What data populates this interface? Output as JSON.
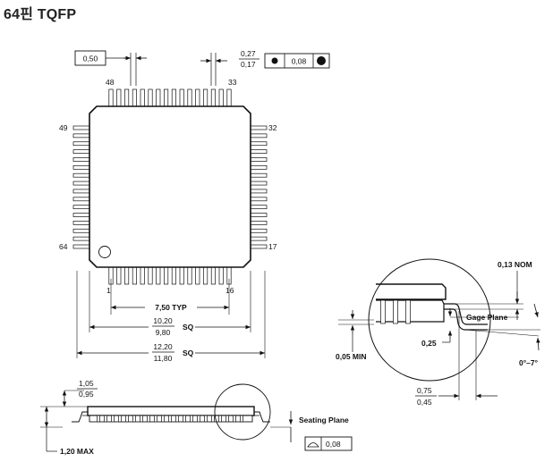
{
  "title": "64핀 TQFP",
  "top": {
    "pitch": "0,50",
    "lead_w_max": "0,27",
    "lead_w_min": "0,17",
    "tol": "0,08"
  },
  "pins": {
    "p48": "48",
    "p33": "33",
    "p49": "49",
    "p32": "32",
    "p64": "64",
    "p17": "17",
    "p1": "1",
    "p16": "16"
  },
  "dims": {
    "typ": "7,50 TYP",
    "body_max": "10,20",
    "body_min": "9,80",
    "overall_max": "12,20",
    "overall_min": "11,80",
    "sq": "SQ"
  },
  "side": {
    "h_max": "1,05",
    "h_min": "0,95",
    "total": "1,20 MAX",
    "seating": "Seating Plane",
    "coplanarity": "0,08"
  },
  "detail": {
    "nom": "0,13 NOM",
    "gage": "Gage Plane",
    "min": "0,05 MIN",
    "gage_h": "0,25",
    "angle": "0°–7°",
    "foot_max": "0,75",
    "foot_min": "0,45"
  }
}
